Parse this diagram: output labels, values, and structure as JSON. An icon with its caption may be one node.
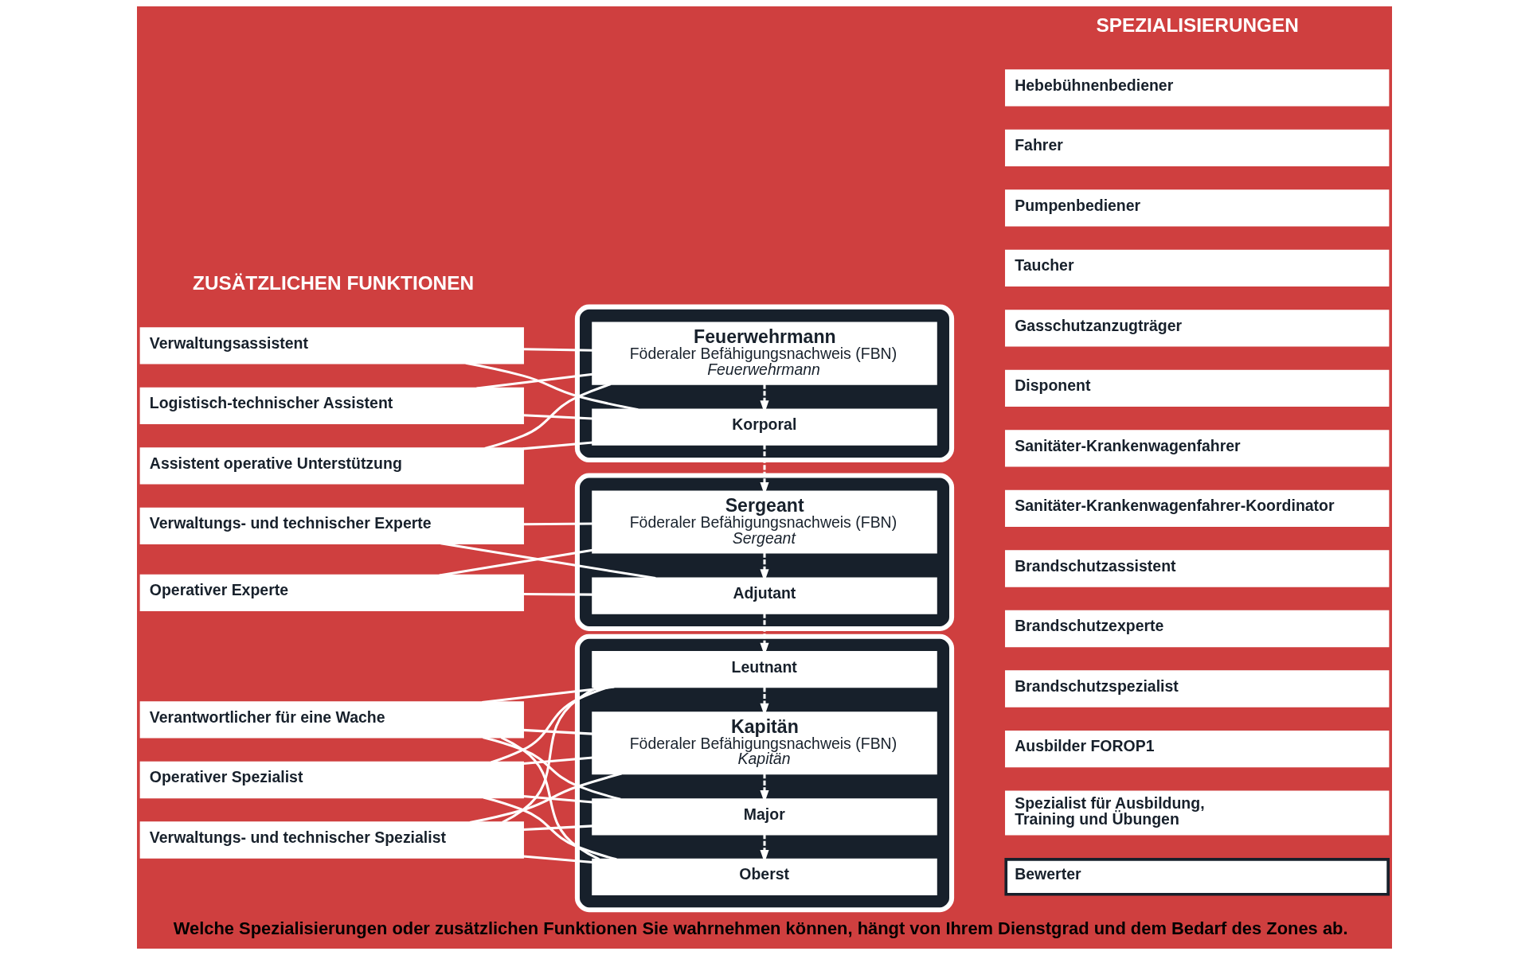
{
  "diagram": {
    "caption": "Welche Spezialisierungen oder zusätzlichen Funktionen Sie wahrnehmen können, hängt von Ihrem Dienstgrad und dem Bedarf des Zones ab.",
    "nodes": [
      {
        "text": [
          "Verwaltungsassistent"
        ]
      },
      {
        "text": [
          "Logistisch-technischer Assistent"
        ]
      },
      {
        "text": [
          "Assistent operative Unterstützung"
        ]
      },
      {
        "text": [
          "Verwaltungs- und technischer Experte"
        ]
      },
      {
        "text": [
          "Operativer Experte"
        ]
      },
      {
        "text": [
          "Verantwortlicher für eine Wache"
        ]
      },
      {
        "text": [
          "Operativer Spezialist"
        ]
      },
      {
        "text": [
          "Verwaltungs- und technischer Spezialist"
        ]
      },
      {
        "text": [],
        "shape": "box"
      },
      {
        "text": [
          "Feuerwehrmann",
          "Föderaler Befähigungsnachweis (FBN)",
          "Feuerwehrmann"
        ],
        "in": 8
      },
      {
        "text": [
          "Korporal"
        ],
        "in": 8
      },
      {
        "text": [],
        "shape": "box"
      },
      {
        "text": [
          "Sergeant",
          "Föderaler Befähigungsnachweis (FBN)",
          "Sergeant"
        ],
        "in": 11
      },
      {
        "text": [
          "Adjutant"
        ],
        "in": 11
      },
      {
        "text": [],
        "shape": "box"
      },
      {
        "text": [
          "Leutnant"
        ],
        "in": 14
      },
      {
        "text": [
          "Kapitän",
          "Föderaler Befähigungsnachweis (FBN)",
          "Kapitän"
        ],
        "in": 14
      },
      {
        "text": [
          "Major"
        ],
        "in": 14
      },
      {
        "text": [
          "Oberst"
        ],
        "in": 14
      },
      {
        "text": [
          "Hebebühnenbediener"
        ]
      },
      {
        "text": [
          "Fahrer"
        ]
      },
      {
        "text": [
          "Pumpenbediener"
        ]
      },
      {
        "text": [
          "Taucher"
        ]
      },
      {
        "text": [
          "Gasschutzanzugträger"
        ]
      },
      {
        "text": [
          "Disponent"
        ]
      },
      {
        "text": [
          "Sanitäter-Krankenwagenfahrer"
        ]
      },
      {
        "text": [
          "Sanitäter-Krankenwagenfahrer-Koordinator"
        ]
      },
      {
        "text": [
          "Brandschutzassistent"
        ]
      },
      {
        "text": [
          "Brandschutzexperte"
        ]
      },
      {
        "text": [
          "Brandschutzspezialist"
        ]
      },
      {
        "text": [
          "Ausbilder FOROP1"
        ]
      },
      {
        "text": [
          "Spezialist für Ausbildung, Training und Übungen"
        ]
      },
      {
        "text": [
          "Bewerter"
        ]
      }
    ],
    "edges": [
      {
        "from": 0,
        "to": 9,
        "arrow": "none"
      },
      {
        "from": 0,
        "to": 10,
        "arrow": "none"
      },
      {
        "from": 1,
        "to": 9,
        "arrow": "none"
      },
      {
        "from": 1,
        "to": 10,
        "arrow": "none"
      },
      {
        "from": 2,
        "to": 9,
        "arrow": "none"
      },
      {
        "from": 2,
        "to": 10,
        "arrow": "none"
      },
      {
        "from": 3,
        "to": 12,
        "arrow": "none"
      },
      {
        "from": 3,
        "to": 13,
        "arrow": "none"
      },
      {
        "from": 4,
        "to": 12,
        "arrow": "none"
      },
      {
        "from": 4,
        "to": 13,
        "arrow": "none"
      },
      {
        "from": 5,
        "to": 15,
        "arrow": "none"
      },
      {
        "from": 5,
        "to": 16,
        "arrow": "none"
      },
      {
        "from": 5,
        "to": 17,
        "arrow": "none"
      },
      {
        "from": 5,
        "to": 18,
        "arrow": "none"
      },
      {
        "from": 6,
        "to": 15,
        "arrow": "none"
      },
      {
        "from": 6,
        "to": 16,
        "arrow": "none"
      },
      {
        "from": 6,
        "to": 17,
        "arrow": "none"
      },
      {
        "from": 6,
        "to": 18,
        "arrow": "none"
      },
      {
        "from": 7,
        "to": 15,
        "arrow": "none"
      },
      {
        "from": 7,
        "to": 16,
        "arrow": "none"
      },
      {
        "from": 7,
        "to": 17,
        "arrow": "none"
      },
      {
        "from": 7,
        "to": 18,
        "arrow": "none"
      },
      {
        "from": 9,
        "to": 10,
        "arrow": "to",
        "style": "dashed"
      },
      {
        "from": 10,
        "to": 12,
        "arrow": "to",
        "style": "dashed"
      },
      {
        "from": 12,
        "to": 13,
        "arrow": "to",
        "style": "dashed"
      },
      {
        "from": 13,
        "to": 15,
        "arrow": "to",
        "style": "dashed"
      },
      {
        "from": 15,
        "to": 16,
        "arrow": "to",
        "style": "dashed"
      },
      {
        "from": 16,
        "to": 17,
        "arrow": "to",
        "style": "dashed"
      },
      {
        "from": 17,
        "to": 18,
        "arrow": "to",
        "style": "dashed"
      }
    ],
    "labels": [
      "ZUSÄTZLICHEN FUNKTIONEN",
      "SPEZIALISIERUNGEN"
    ]
  }
}
